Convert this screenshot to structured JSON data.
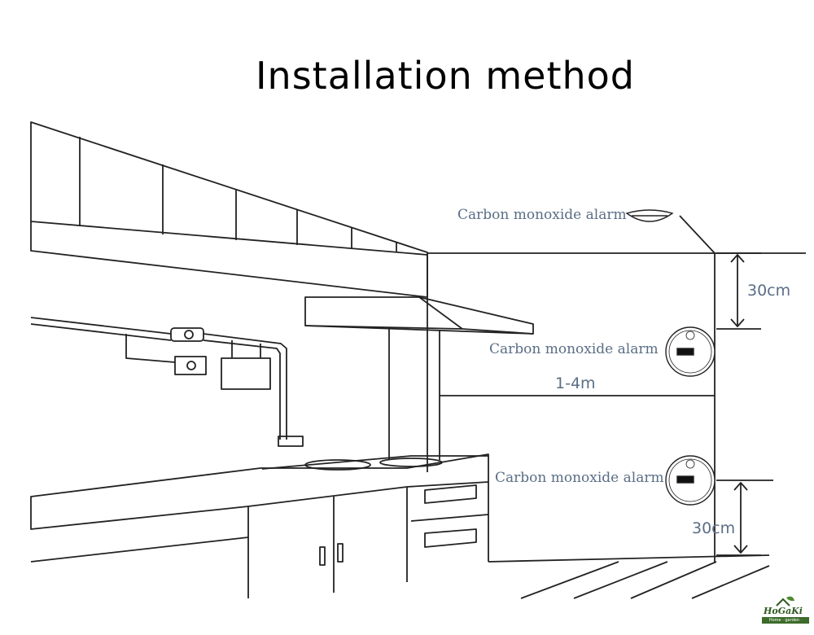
{
  "title": "Installation method",
  "labels": {
    "alarm_top": "Carbon monoxide alarm",
    "alarm_mid": "Carbon monoxide alarm",
    "alarm_bottom": "Carbon monoxide alarm"
  },
  "dimensions": {
    "top_gap": "30cm",
    "distance": "1-4m",
    "bottom_gap": "30cm"
  },
  "logo": {
    "name": "HoGaKi",
    "tagline": "Home · garden · kitchen"
  },
  "colors": {
    "line": "#222222",
    "label": "#5a6e86"
  }
}
